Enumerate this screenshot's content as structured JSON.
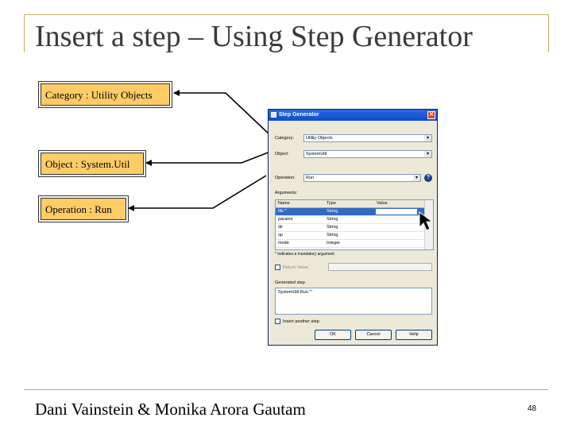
{
  "slide": {
    "title": "Insert a step – Using Step Generator",
    "footer": "Dani Vainstein & Monika Arora Gautam",
    "page_number": "48"
  },
  "callouts": [
    {
      "text": "Category : Utility Objects"
    },
    {
      "text": "Object : System.Util"
    },
    {
      "text": "Operation : Run"
    }
  ],
  "dialog": {
    "title": "Step Generator",
    "close_icon": "close-icon",
    "category_label": "Category:",
    "category_value": "Utility Objects",
    "object_label": "Object:",
    "object_value": "SystemUtil",
    "operation_label": "Operation:",
    "operation_value": "Run",
    "arguments_label": "Arguments:",
    "arguments": {
      "headers": [
        "Name",
        "Type",
        "Value"
      ],
      "rows": [
        {
          "name": "file *",
          "type": "String",
          "value": ""
        },
        {
          "name": "params",
          "type": "String",
          "value": ""
        },
        {
          "name": "dir",
          "type": "String",
          "value": ""
        },
        {
          "name": "op",
          "type": "String",
          "value": ""
        },
        {
          "name": "mode",
          "type": "Integer",
          "value": ""
        }
      ]
    },
    "mandatory_note": "* indicates a mandatory argument",
    "return_value_label": "Return Value:",
    "generated_step_label": "Generated step",
    "generated_step_value": "SystemUtil.Run \"\"",
    "insert_another_label": "Insert another step",
    "buttons": {
      "ok": "OK",
      "cancel": "Cancel",
      "help": "Help"
    }
  },
  "colors": {
    "callout_fill": "#ffcc66",
    "frame_rule": "#c8b060",
    "titlebar": "#0a4ccc",
    "selection": "#316ac5"
  }
}
